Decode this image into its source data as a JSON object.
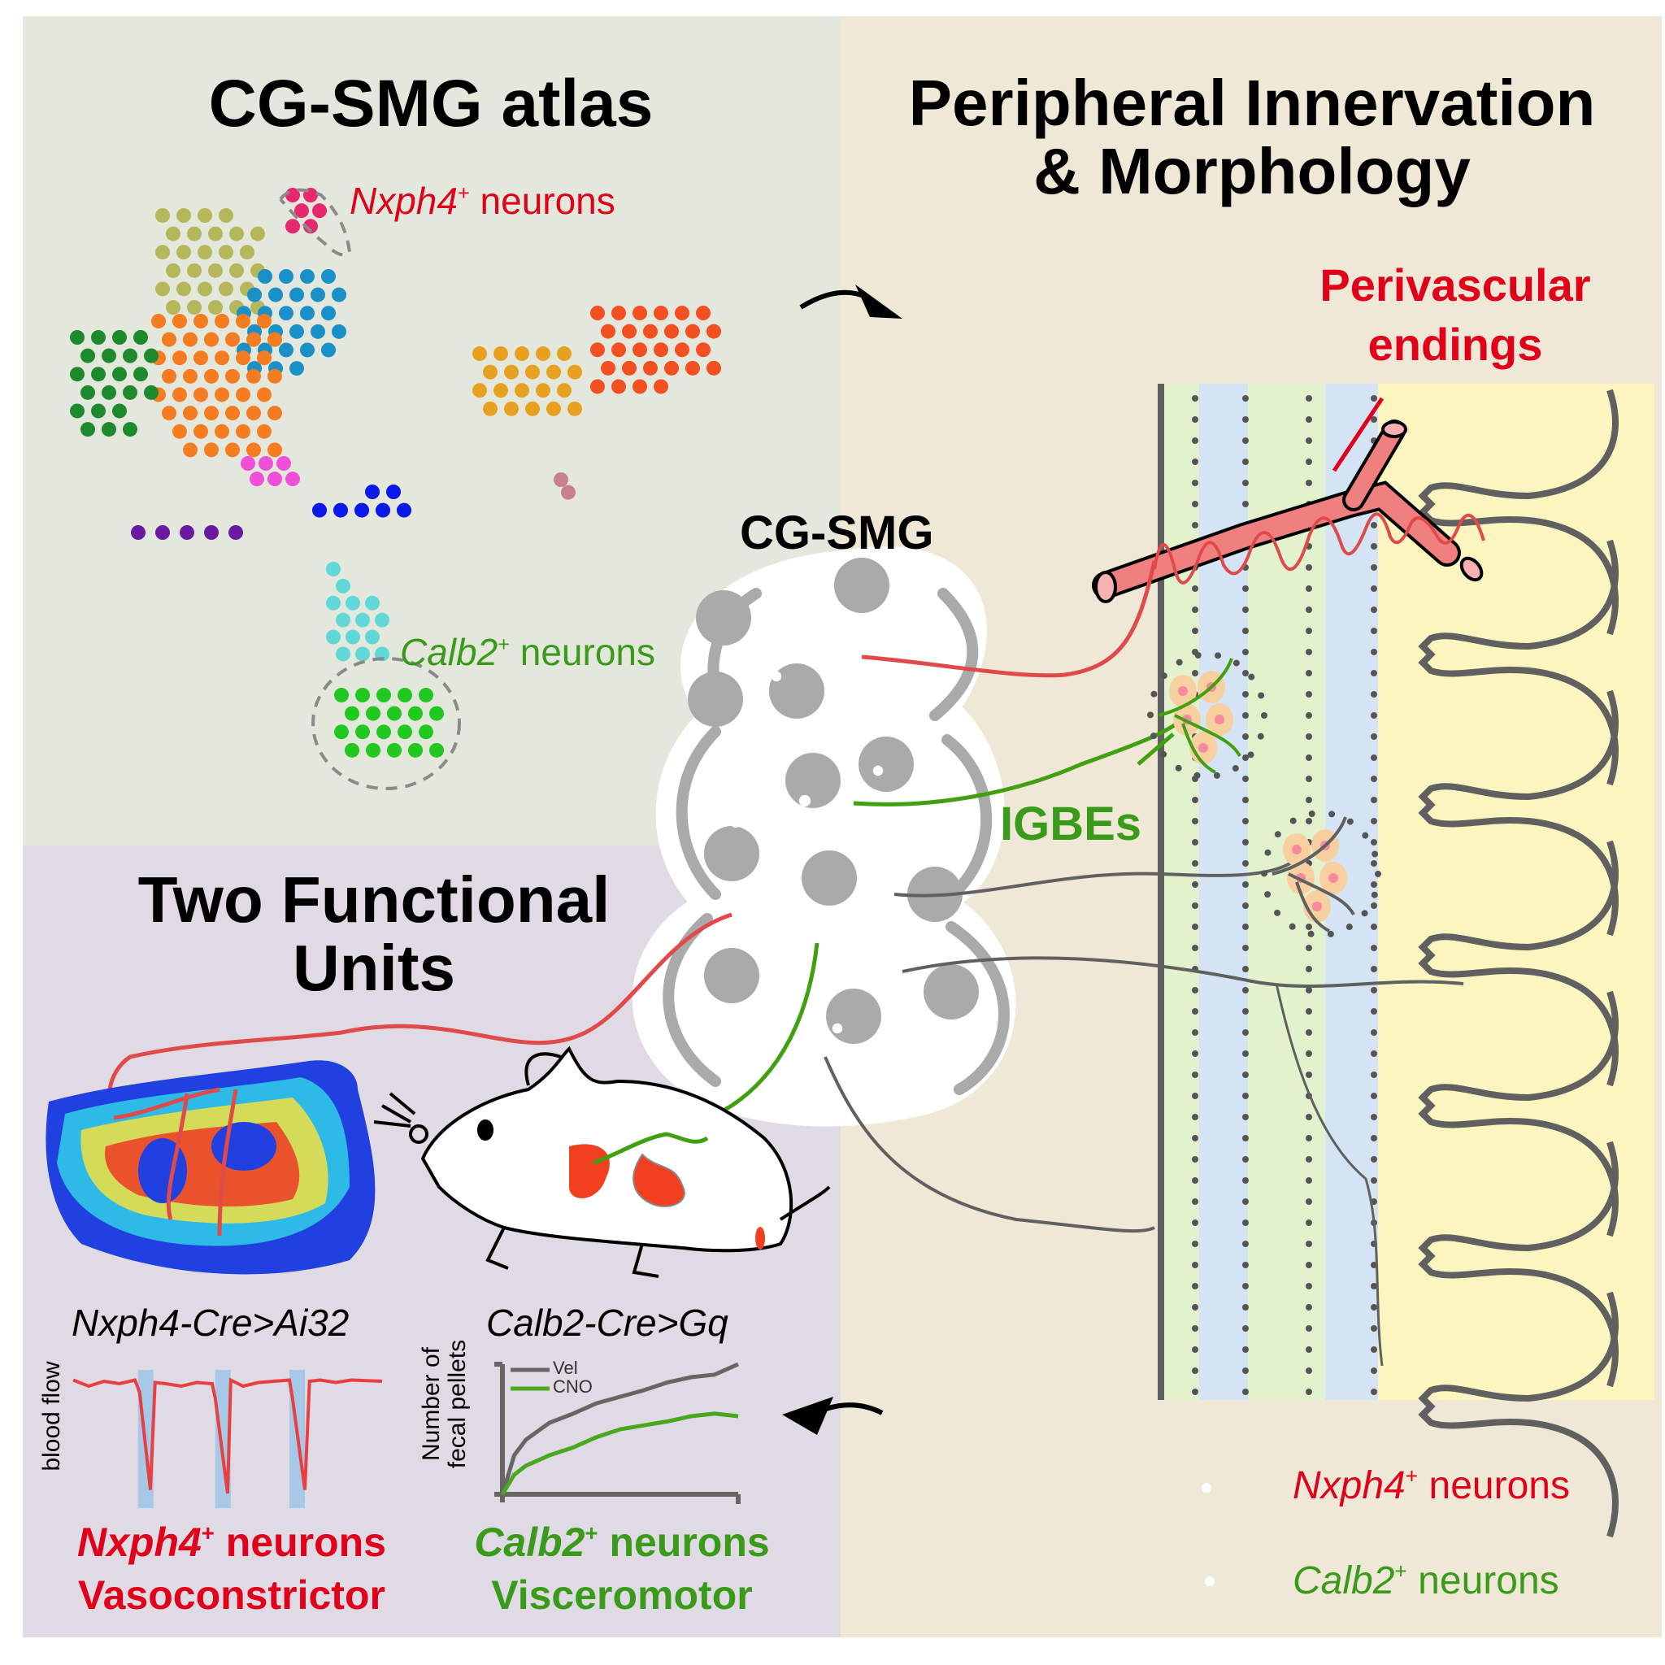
{
  "panels": {
    "atlas": {
      "title": "CG-SMG atlas",
      "bg": "#e4e8dc"
    },
    "peripheral": {
      "title_line1": "Peripheral Innervation",
      "title_line2": "& Morphology",
      "bg": "#f0e8d6"
    },
    "functional": {
      "title_line1": "Two Functional",
      "title_line2": "Units",
      "bg": "#e0dae4"
    }
  },
  "atlas_labels": {
    "nxph4": {
      "gene": "Nxph4",
      "sup": "+",
      "suffix": " neurons"
    },
    "calb2": {
      "gene": "Calb2",
      "sup": "+",
      "suffix": " neurons"
    }
  },
  "atlas_clusters": [
    {
      "name": "olive",
      "color": "#b5b85a"
    },
    {
      "name": "nxph4",
      "color": "#e8286e"
    },
    {
      "name": "sky-blue",
      "color": "#1a90c8"
    },
    {
      "name": "orange",
      "color": "#f57c20"
    },
    {
      "name": "dark-green",
      "color": "#1e8a2e"
    },
    {
      "name": "amber",
      "color": "#e8a020"
    },
    {
      "name": "red-orange",
      "color": "#f25020"
    },
    {
      "name": "magenta",
      "color": "#f050d8"
    },
    {
      "name": "blue",
      "color": "#0a18e8"
    },
    {
      "name": "purple",
      "color": "#6a1aa0"
    },
    {
      "name": "mauve",
      "color": "#c88090"
    },
    {
      "name": "cyan",
      "color": "#60d8d8"
    },
    {
      "name": "calb2",
      "color": "#20c820"
    }
  ],
  "ganglion": {
    "label": "CG-SMG"
  },
  "peripheral_labels": {
    "perivascular": {
      "line1": "Perivascular",
      "line2": "endings"
    },
    "igbe": "IGBEs"
  },
  "functional": {
    "nxph4": {
      "genotype": "Nxph4-Cre>Ai32",
      "ylabel": "blood flow",
      "gene": "Nxph4",
      "sup": "+",
      "suffix": " neurons",
      "role": "Vasoconstrictor"
    },
    "calb2": {
      "genotype": "Calb2-Cre>Gq",
      "ylabel_line1": "Number of",
      "ylabel_line2": "fecal pellets",
      "gene": "Calb2",
      "sup": "+",
      "suffix": " neurons",
      "role": "Visceromotor"
    }
  },
  "legend": [
    {
      "gene": "Nxph4",
      "sup": "+",
      "suffix": " neurons",
      "color": "#e04040"
    },
    {
      "gene": "Calb2",
      "sup": "+",
      "suffix": " neurons",
      "color": "#40a010"
    }
  ],
  "colors": {
    "red": "#e0001a",
    "green": "#3a9a1a",
    "neuron_red": "#e04040",
    "neuron_green": "#40a010",
    "neuron_gray": "#6a6a6a"
  },
  "chart_data": [
    {
      "type": "line",
      "title": "Nxph4-Cre>Ai32",
      "xlabel": "",
      "ylabel": "blood flow",
      "stimulus_windows": [
        [
          0.21,
          0.26
        ],
        [
          0.46,
          0.51
        ],
        [
          0.7,
          0.75
        ]
      ],
      "series": [
        {
          "name": "blood flow",
          "color": "#e84040",
          "x": [
            0,
            0.05,
            0.1,
            0.15,
            0.2,
            0.215,
            0.25,
            0.265,
            0.3,
            0.35,
            0.4,
            0.45,
            0.46,
            0.5,
            0.51,
            0.55,
            0.6,
            0.65,
            0.7,
            0.71,
            0.75,
            0.765,
            0.8,
            0.85,
            0.9,
            1.0
          ],
          "y": [
            0.95,
            0.9,
            0.94,
            0.92,
            0.95,
            0.85,
            0.05,
            0.93,
            0.92,
            0.9,
            0.93,
            0.92,
            0.8,
            0.02,
            0.95,
            0.9,
            0.93,
            0.94,
            0.95,
            0.8,
            0.05,
            0.94,
            0.95,
            0.93,
            0.95,
            0.94
          ]
        }
      ]
    },
    {
      "type": "line",
      "title": "Calb2-Cre>Gq",
      "xlabel": "",
      "ylabel": "Number of fecal pellets",
      "legend": [
        "Vel",
        "CNO"
      ],
      "legend_position": "top-left",
      "series": [
        {
          "name": "Vel",
          "color": "#666666",
          "x": [
            0,
            0.05,
            0.1,
            0.2,
            0.3,
            0.4,
            0.5,
            0.6,
            0.7,
            0.8,
            0.9,
            1.0
          ],
          "y": [
            0,
            0.3,
            0.42,
            0.55,
            0.62,
            0.7,
            0.75,
            0.8,
            0.86,
            0.9,
            0.92,
            1.0
          ]
        },
        {
          "name": "CNO",
          "color": "#4aa820",
          "x": [
            0,
            0.05,
            0.1,
            0.2,
            0.3,
            0.4,
            0.5,
            0.6,
            0.7,
            0.8,
            0.9,
            1.0
          ],
          "y": [
            0,
            0.15,
            0.22,
            0.3,
            0.36,
            0.44,
            0.5,
            0.53,
            0.56,
            0.6,
            0.62,
            0.6
          ]
        }
      ]
    }
  ]
}
